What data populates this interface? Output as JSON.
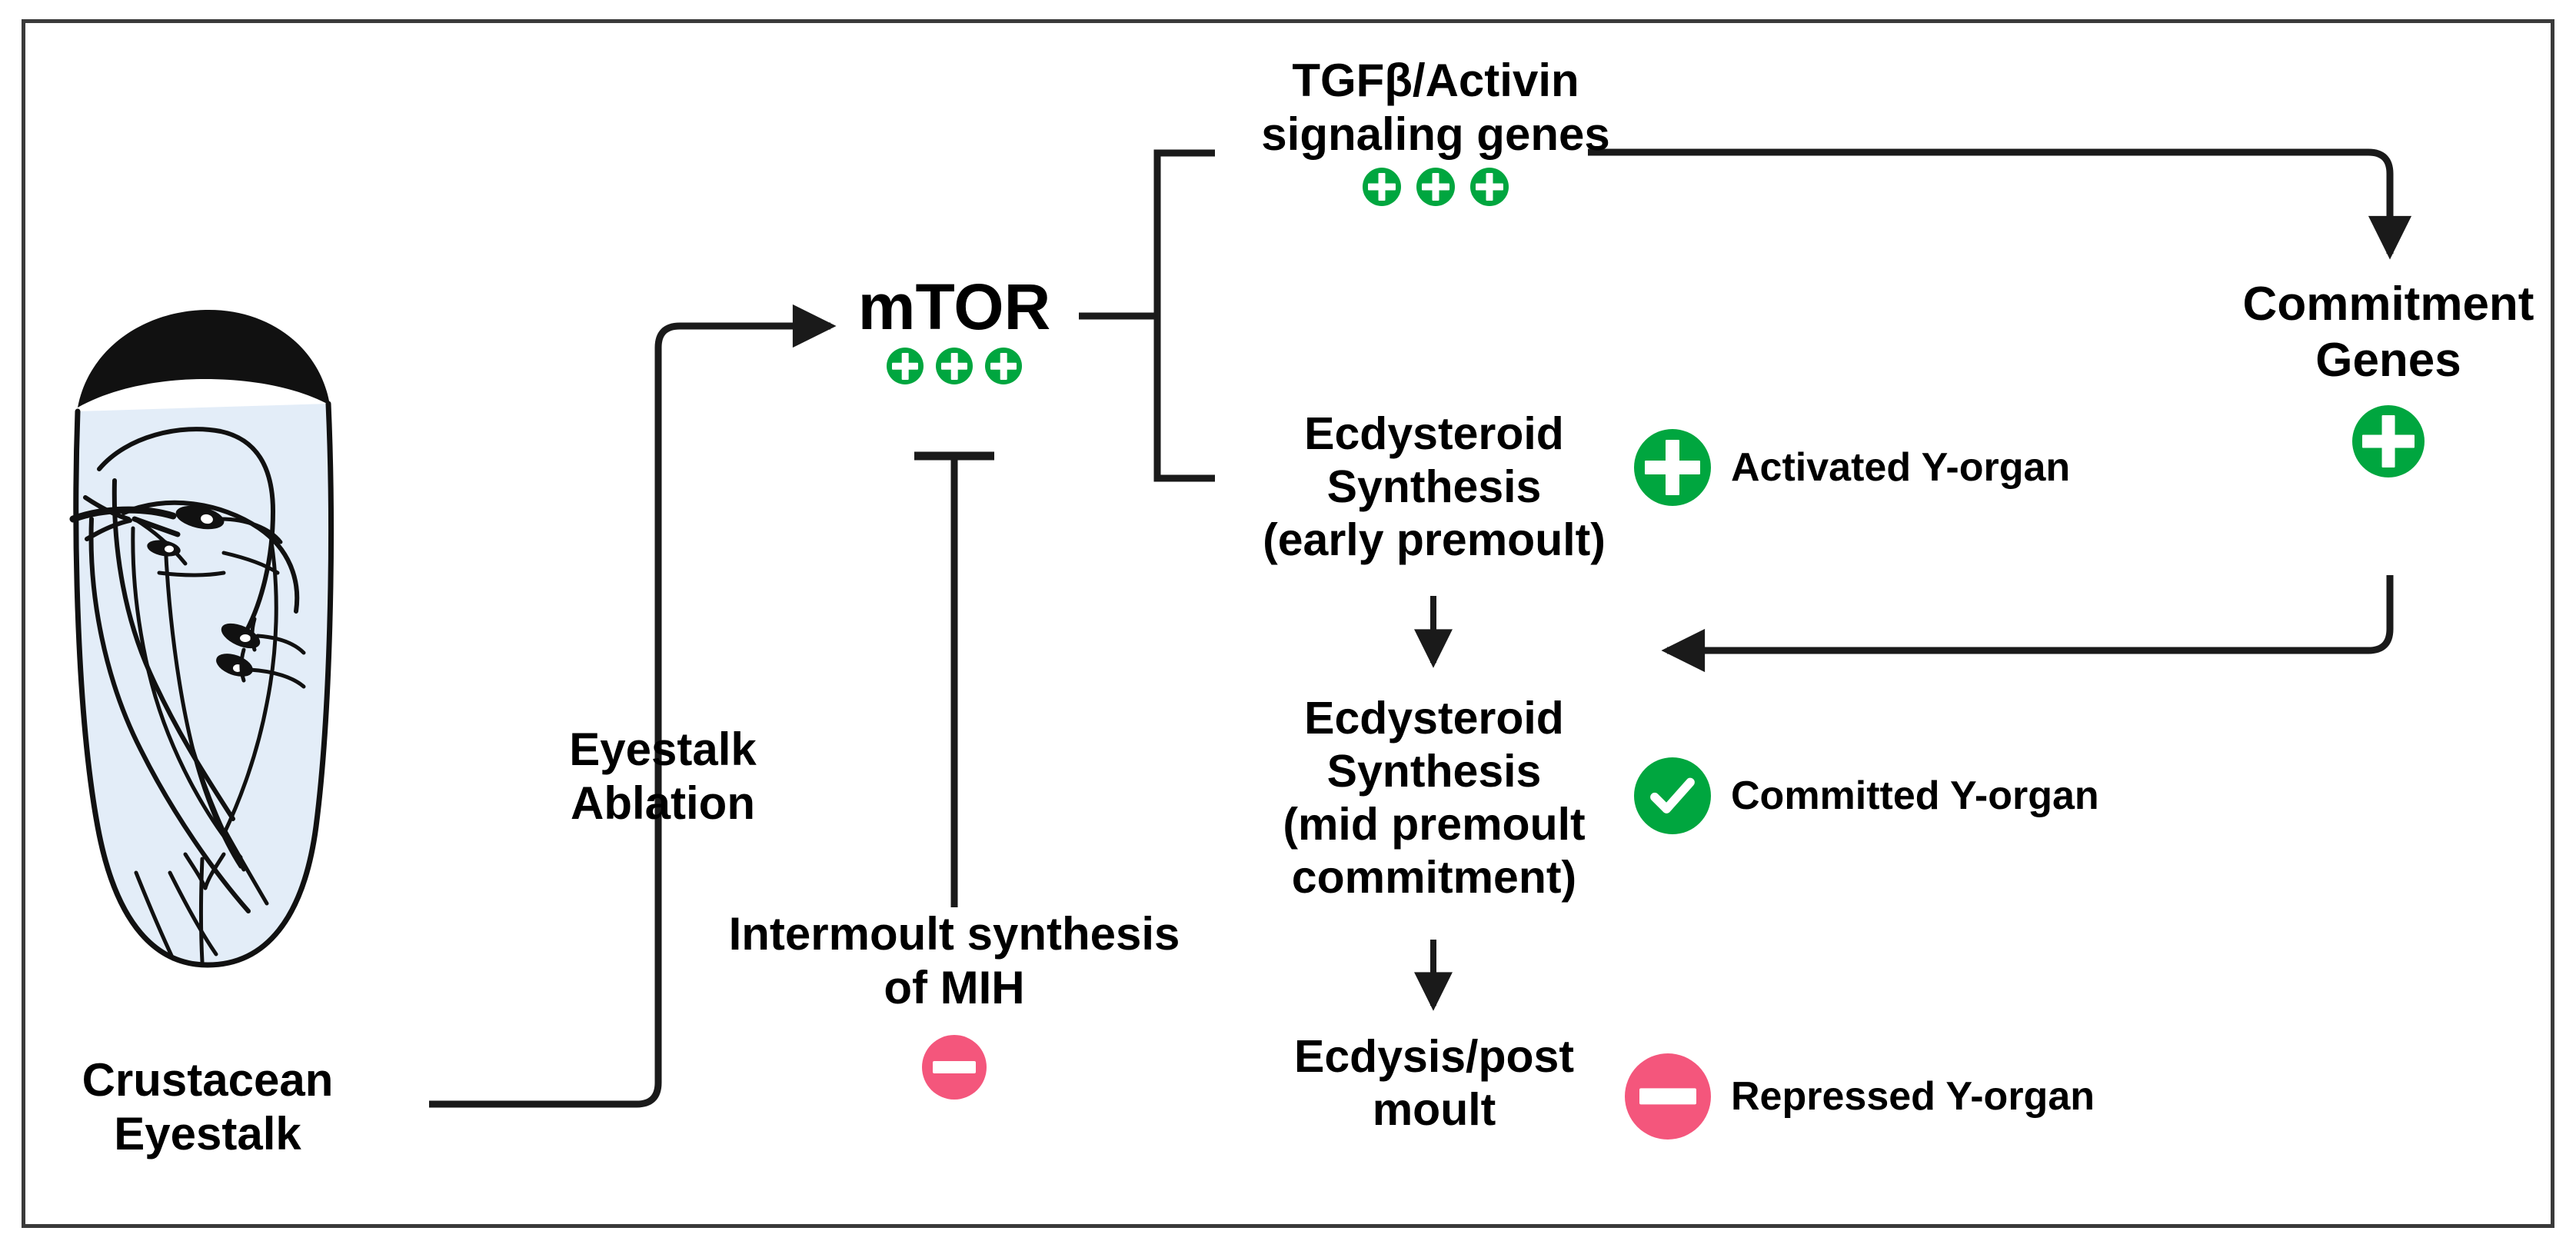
{
  "figure": {
    "title": "Crustacean eyestalk ablation and mTOR signalling pathway to Y-organ commitment",
    "border_color": "#3a3a3a",
    "background": "#ffffff"
  },
  "colors": {
    "activated_green": "#00A63F",
    "committed_green": "#00A63F",
    "repressed_pink": "#F4567C",
    "line_black": "#1a1a1a",
    "eyestalk_body": "#E3EDF8",
    "eyestalk_cap": "#111111"
  },
  "nodes": {
    "eyestalk": {
      "label_line1": "Crustacean",
      "label_line2": "Eyestalk",
      "icon": "crustacean-eyestalk-illustration"
    },
    "ablation": {
      "label_line1": "Eyestalk",
      "label_line2": "Ablation"
    },
    "mtor": {
      "label": "mTOR",
      "badges": [
        "plus",
        "plus",
        "plus"
      ],
      "badge_count": 3
    },
    "mih": {
      "label_line1": "Intermoult synthesis",
      "label_line2": "of MIH",
      "badges": [
        "minus"
      ],
      "badge_count": 1
    },
    "tgfb": {
      "label_line1": "TGFβ/Activin",
      "label_line2": "signaling genes",
      "badges": [
        "plus",
        "plus",
        "plus"
      ],
      "badge_count": 3
    },
    "ecdy_early": {
      "label_line1": "Ecdysteroid",
      "label_line2": "Synthesis",
      "label_line3": "(early premoult)"
    },
    "ecdy_mid": {
      "label_line1": "Ecdysteroid",
      "label_line2": "Synthesis",
      "label_line3": "(mid premoult",
      "label_line4": "commitment)"
    },
    "ecdysis": {
      "label_line1": "Ecdysis/post",
      "label_line2": "moult"
    },
    "commitment_genes": {
      "label_line1": "Commitment",
      "label_line2": "Genes",
      "badges": [
        "plus"
      ],
      "badge_count": 1
    }
  },
  "legend": {
    "items": [
      {
        "icon": "plus-circle-icon",
        "label": "Activated Y-organ",
        "color": "#00A63F"
      },
      {
        "icon": "check-circle-icon",
        "label": "Committed Y-organ",
        "color": "#00A63F"
      },
      {
        "icon": "minus-circle-icon",
        "label": "Repressed Y-organ",
        "color": "#F4567C"
      }
    ]
  },
  "connections": [
    {
      "from": "eyestalk",
      "to": "mtor",
      "type": "arrow",
      "shape": "elbow-up-right"
    },
    {
      "from": "mtor",
      "to": "mih",
      "type": "inhibition",
      "shape": "vertical-tbar"
    },
    {
      "from": "mtor",
      "to": "tgfb_and_ecdy_early",
      "type": "bracket",
      "shape": "right-bracket"
    },
    {
      "from": "tgfb",
      "to": "commitment_genes",
      "type": "arrow",
      "shape": "elbow-right-down"
    },
    {
      "from": "ecdy_early",
      "to": "ecdy_mid",
      "type": "arrow",
      "shape": "vertical-down"
    },
    {
      "from": "ecdy_mid",
      "to": "ecdysis",
      "type": "arrow",
      "shape": "vertical-down"
    },
    {
      "from": "commitment_genes",
      "to": "ecdy_mid",
      "type": "arrow",
      "shape": "elbow-down-left"
    }
  ]
}
